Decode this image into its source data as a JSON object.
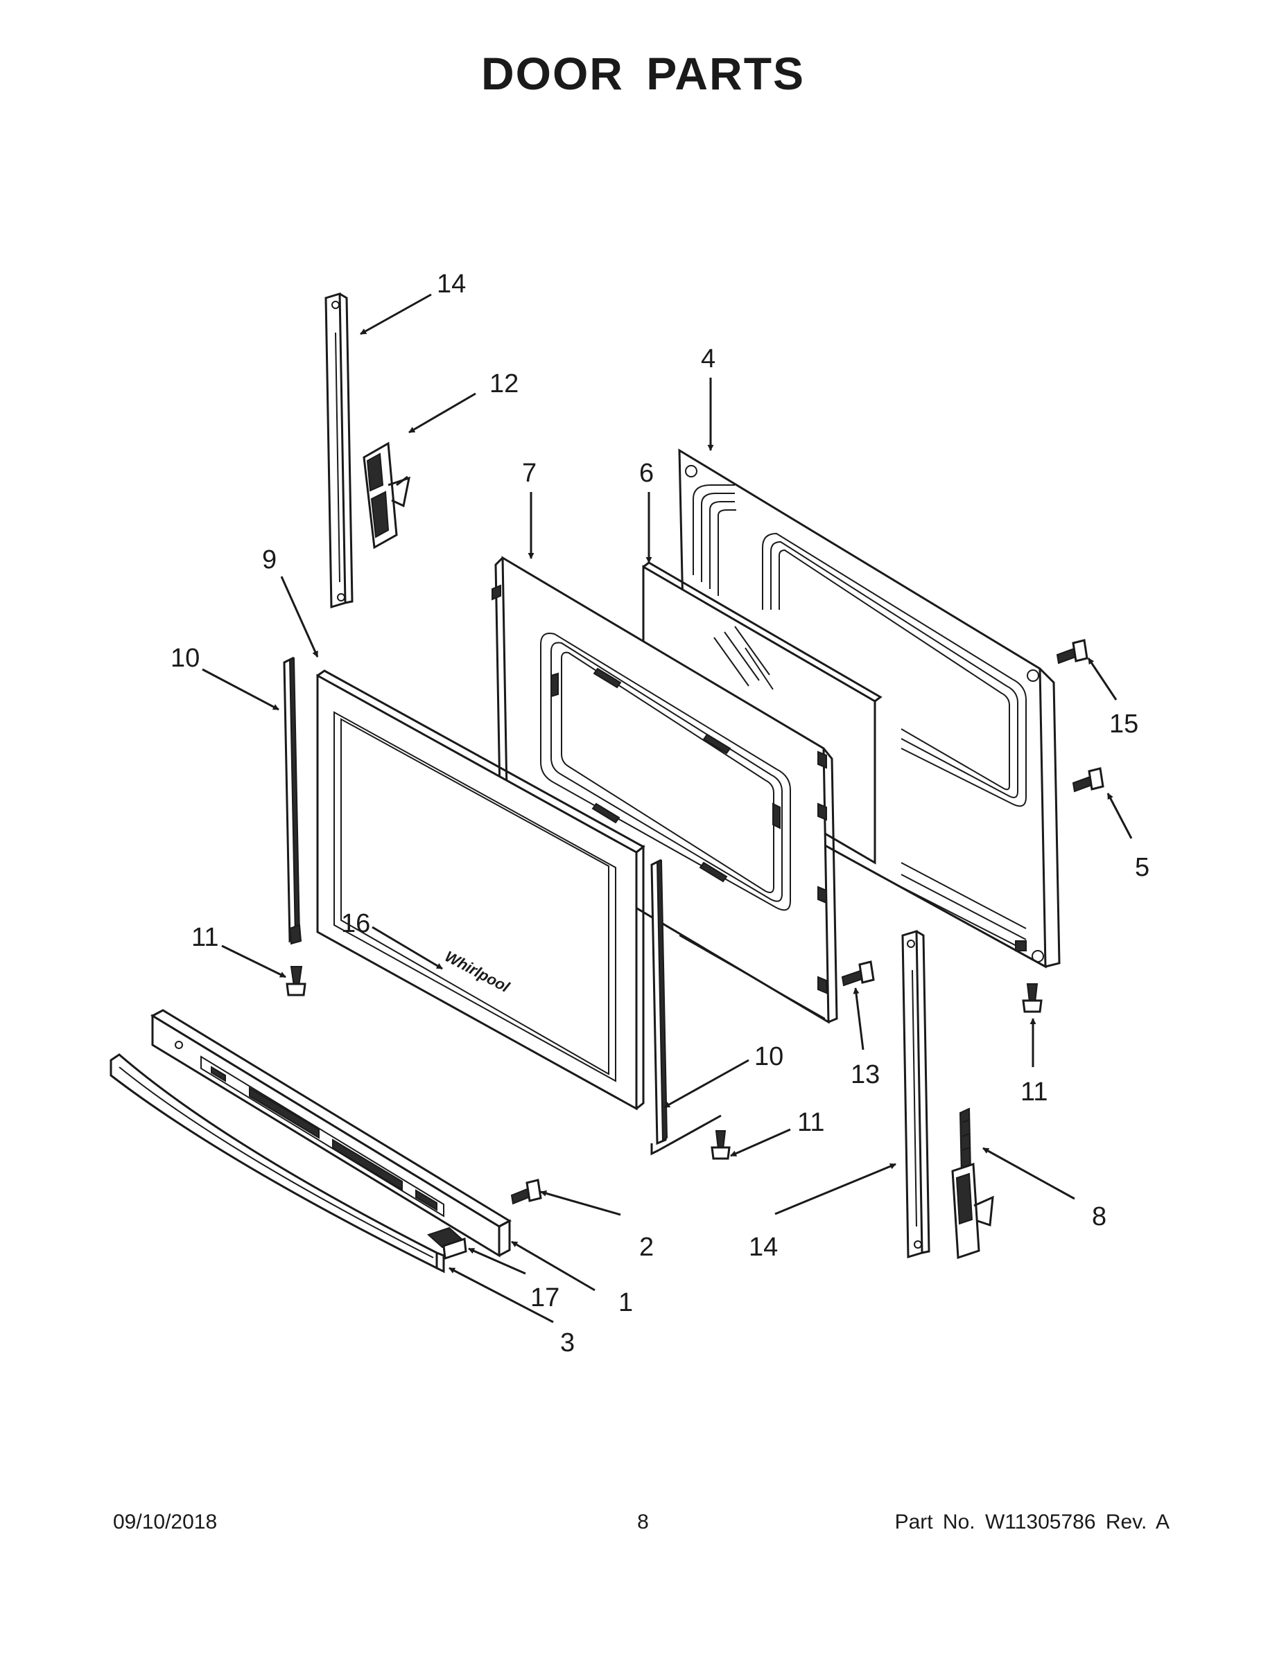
{
  "title": "DOOR PARTS",
  "footer": {
    "date": "09/10/2018",
    "page": "8",
    "part": "Part No.  W11305786  Rev.  A"
  },
  "brand_logo": "Whirlpool",
  "callouts": [
    {
      "id": "c14a",
      "label": "14"
    },
    {
      "id": "c12",
      "label": "12"
    },
    {
      "id": "c4",
      "label": "4"
    },
    {
      "id": "c7",
      "label": "7"
    },
    {
      "id": "c6",
      "label": "6"
    },
    {
      "id": "c9",
      "label": "9"
    },
    {
      "id": "c10a",
      "label": "10"
    },
    {
      "id": "c15",
      "label": "15"
    },
    {
      "id": "c5",
      "label": "5"
    },
    {
      "id": "c11a",
      "label": "11"
    },
    {
      "id": "c16",
      "label": "16"
    },
    {
      "id": "c13",
      "label": "13"
    },
    {
      "id": "c11b",
      "label": "11"
    },
    {
      "id": "c10b",
      "label": "10"
    },
    {
      "id": "c11c",
      "label": "11"
    },
    {
      "id": "c8",
      "label": "8"
    },
    {
      "id": "c2",
      "label": "2"
    },
    {
      "id": "c14b",
      "label": "14"
    },
    {
      "id": "c17",
      "label": "17"
    },
    {
      "id": "c1",
      "label": "1"
    },
    {
      "id": "c3",
      "label": "3"
    }
  ]
}
